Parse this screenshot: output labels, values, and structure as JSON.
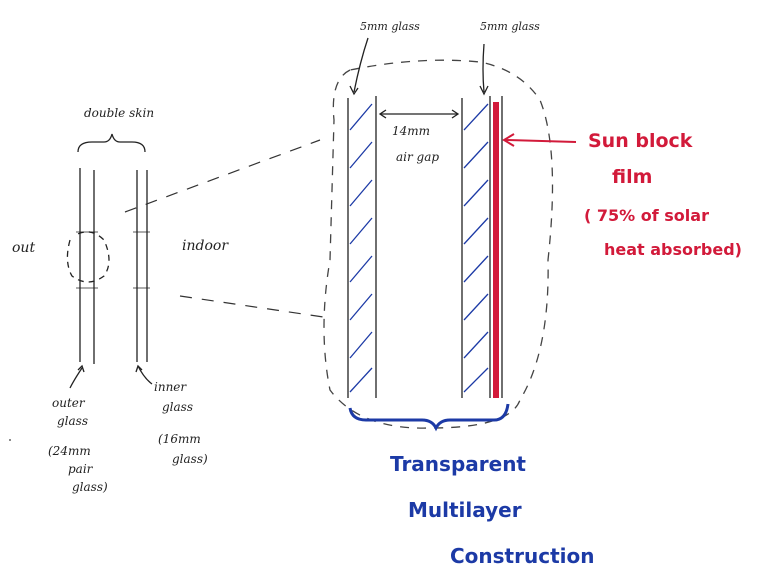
{
  "left_sketch": {
    "top_label": "double skin",
    "left_label": "out",
    "right_label": "indoor",
    "outer_label_1": "outer",
    "outer_label_2": "glass",
    "outer_label_3": "(24mm",
    "outer_label_4": "pair",
    "outer_label_5": "glass)",
    "inner_label_1": "inner",
    "inner_label_2": "glass",
    "inner_label_3": "(16mm",
    "inner_label_4": "glass)"
  },
  "detail": {
    "glass_label_left": "5mm glass",
    "glass_label_right": "5mm glass",
    "gap_label_1": "14mm",
    "gap_label_2": "air gap"
  },
  "film": {
    "line1": "Sun block",
    "line2": "film",
    "line3": "( 75% of solar",
    "line4": "heat absorbed)"
  },
  "construction": {
    "line1": "Transparent",
    "line2": "Multilayer",
    "line3": "Construction"
  },
  "colors": {
    "ink": "#222222",
    "red": "#d21a3a",
    "blue": "#1c3aa6"
  }
}
